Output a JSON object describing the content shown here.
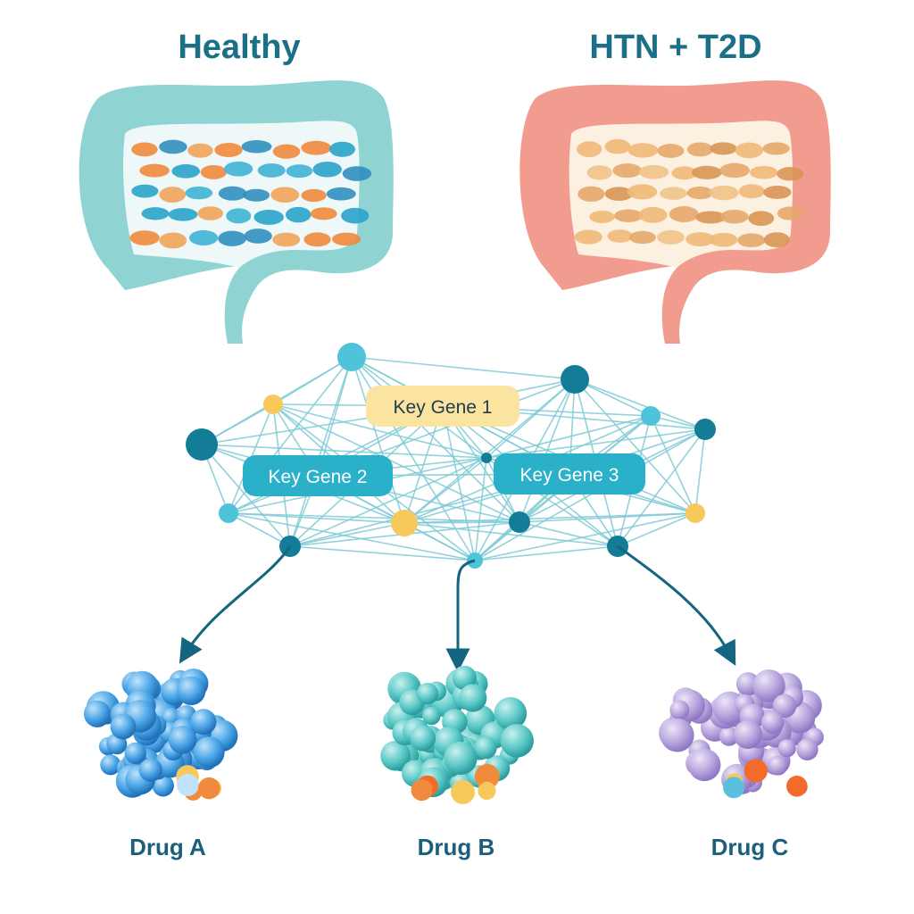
{
  "panels": {
    "healthy": {
      "title": "Healthy",
      "color": "#8fd3d3",
      "dark": "#3f9ea3"
    },
    "disease": {
      "title": "HTN + T2D",
      "color": "#f19c8e",
      "dark": "#d95f52"
    }
  },
  "network": {
    "genes": [
      {
        "label": "Key Gene 1",
        "fill": "#fbe3a0",
        "text_color": "#1f3b4d"
      },
      {
        "label": "Key Gene 2",
        "fill": "#2bb0c9",
        "text_color": "#ffffff"
      },
      {
        "label": "Key Gene 3",
        "fill": "#2bb0c9",
        "text_color": "#ffffff"
      }
    ],
    "edge_color": "#7fcbd6",
    "node_colors": {
      "dark": "#137d98",
      "light": "#4fc3d9",
      "yellow": "#f7c85a"
    }
  },
  "drugs": [
    {
      "label": "Drug A",
      "color": "#4aa5e6"
    },
    {
      "label": "Drug B",
      "color": "#5ccac8"
    },
    {
      "label": "Drug C",
      "color": "#b8a5dd"
    }
  ],
  "arrow_color": "#14657f"
}
